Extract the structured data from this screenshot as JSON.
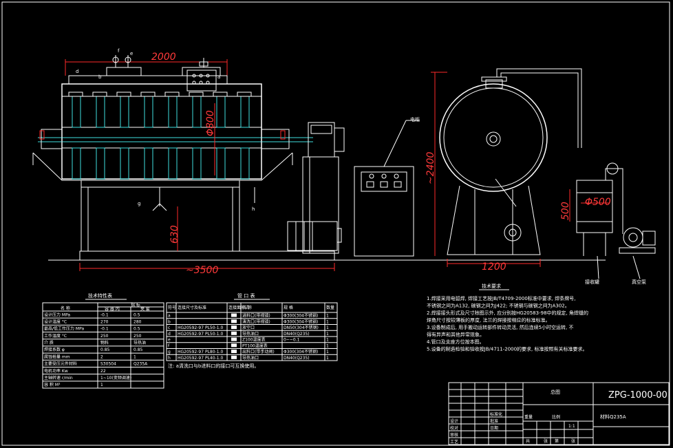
{
  "dimensions": {
    "top_width": "2000",
    "vessel_diameter": "Φ800",
    "base_height": "630",
    "total_length": "~3500",
    "tank_height": "~2400",
    "tank_base_width": "1200",
    "receiver_diameter": "Φ500",
    "receiver_height": "500"
  },
  "callouts": {
    "a": "a",
    "b": "b",
    "d": "d",
    "e": "e",
    "f": "f",
    "g": "g",
    "h": "h",
    "control_box": "电柜",
    "receiver": "接收罐",
    "vacuum_pump": "真空泵"
  },
  "tech_table": {
    "title": "技术特性表",
    "header_group": "指 标",
    "col_name": "名 称",
    "col_shell": "容 器 内",
    "col_jacket": "夹 套",
    "rows": [
      [
        "设计压力 MPa",
        "-0.1",
        "0.5"
      ],
      [
        "设计温度 °C",
        "270",
        "280"
      ],
      [
        "最高/低工作压力 MPa",
        "-0.1",
        "0.5"
      ],
      [
        "工作温度 °C",
        "250",
        "250"
      ],
      [
        "介 质",
        "物料",
        "导热油"
      ],
      [
        "焊接系数 φ",
        "0.85",
        "0.85"
      ],
      [
        "腐蚀裕量 mm",
        "2",
        "1"
      ],
      [
        "主要受压元件材料",
        "S30504",
        "Q235A"
      ],
      [
        "电机功率 Kw",
        "22",
        ""
      ],
      [
        "主轴转速 r/min",
        "1~10(变频调速)",
        ""
      ],
      [
        "容 积 M³",
        "1",
        ""
      ]
    ]
  },
  "nozzle_table": {
    "title": "管 口 表",
    "headers": [
      "符号",
      "连接尺寸及标准",
      "连接面形式",
      "名 称",
      "规 格",
      "数量"
    ],
    "rows": [
      [
        "a",
        "",
        "",
        "进料口(带视镜)",
        "Φ300(304不锈钢)",
        "1"
      ],
      [
        "b",
        "",
        "",
        "清洗口(带视镜)",
        "Φ300(304不锈钢)",
        "1"
      ],
      [
        "c",
        "HG20592-97 PL50-1.0",
        "",
        "放空口",
        "DN50(304不锈钢)",
        "1"
      ],
      [
        "d",
        "HG20592-97 PL50-1.0",
        "",
        "导热油口",
        "DN40(Q235)",
        "1"
      ],
      [
        "e",
        "",
        "",
        "Z100温度表",
        "0~~0.1",
        "1"
      ],
      [
        "f",
        "",
        "",
        "PT100温度表",
        "",
        "1"
      ],
      [
        "g",
        "HG20592-97 PL80-1.0",
        "",
        "出料口(带手动阀)",
        "Φ300(304不锈钢)",
        "1"
      ],
      [
        "h",
        "HG20592-97 PL40-1.0",
        "",
        "导热油口",
        "DN40(Q235)",
        "1"
      ]
    ],
    "note": "注: a清洗口与b进料口的接口可互换使用。"
  },
  "requirements": {
    "title": "技术要求",
    "items": [
      "1.焊接采用电弧焊, 焊接工艺按JB/T4709-2000标准中要求, 焊条牌号,",
      "  不锈钢之间为A132, 碳钢之间为J422; 不锈钢与碳钢之间为A302。",
      "2.焊接接头形式及尺寸除图示外, 应分别按HG20583-98中的规定, 角焊缝的",
      "  焊角尺寸按较薄板的厚度, 法兰的焊接按相应的标准标准。",
      "3.设备制成后, 用手搬动运转部件转动灵活, 然后连续5小时空运转, 不",
      "  得有异声和其他异常现象。",
      "4.管口及支座方位按本图。",
      "5.设备的制造检验和验收按JB/4711-2000的要求, 标准按照有关标准要求。"
    ]
  },
  "title_block": {
    "drawing_title": "总图",
    "drawing_number": "ZPG-1000-00",
    "material": "材料Q235A",
    "scale": "1:1",
    "labels": [
      "设计",
      "校对",
      "审核",
      "工艺",
      "标准化",
      "批准",
      "日期",
      "重量",
      "比例",
      "共",
      "张",
      "第",
      "张"
    ]
  }
}
